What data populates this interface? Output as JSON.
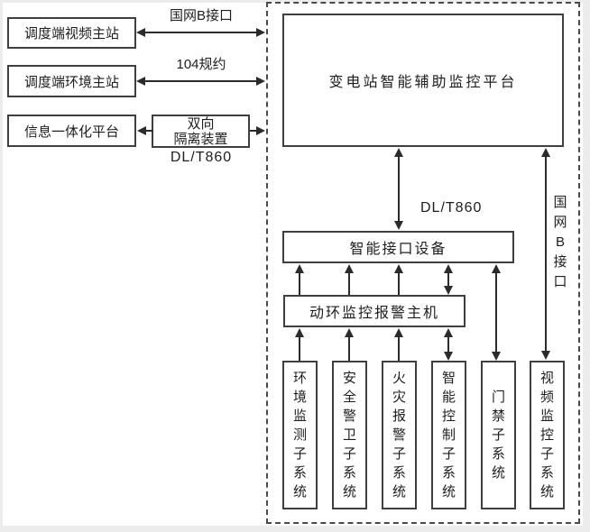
{
  "diagram": {
    "left_column": {
      "boxes": [
        {
          "label": "调度端视频主站"
        },
        {
          "label": "调度端环境主站"
        },
        {
          "label": "信息一体化平台"
        }
      ],
      "isolation_device": {
        "line1": "双向",
        "line2": "隔离装置"
      },
      "link_labels": {
        "sgcc_b": "国网B接口",
        "protocol_104": "104规约",
        "dlt860": "DL/T860"
      }
    },
    "station": {
      "platform_label": "变电站智能辅助监控平台",
      "interface_device_label": "智能接口设备",
      "alarm_host_label": "动环监控报警主机",
      "dlt860_label": "DL/T860",
      "sgcc_b_vertical_label": "国网B接口",
      "subsystems": [
        "环境监测子系统",
        "安全警卫子系统",
        "火灾报警子系统",
        "智能控制子系统",
        "门禁子系统",
        "视频监控子系统"
      ]
    },
    "colors": {
      "line": "#2b2b2b",
      "box_border": "#3f3f3f",
      "page_edge": "#ececec",
      "background": "#ffffff"
    }
  }
}
